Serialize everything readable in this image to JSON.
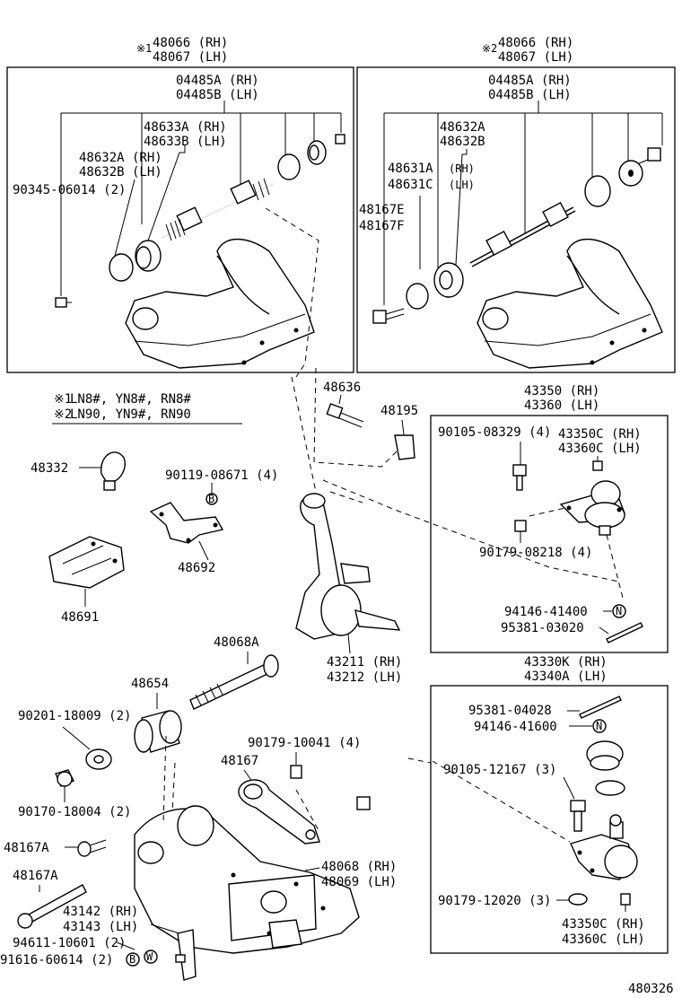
{
  "top_left": {
    "asm_mark": "※1",
    "asm_rh": "48066 (RH)",
    "asm_lh": "48067 (LH)",
    "kit_rh": "04485A (RH)",
    "kit_lh": "04485B (LH)",
    "b1_rh": "48633A (RH)",
    "b1_lh": "48633B (LH)",
    "b2_rh": "48632A (RH)",
    "b2_lh": "48632B (LH)",
    "bolt": "90345-06014 (2)"
  },
  "top_right": {
    "asm_mark": "※2",
    "asm_rh": "48066 (RH)",
    "asm_lh": "48067 (LH)",
    "kit_rh": "04485A (RH)",
    "kit_lh": "04485B (LH)",
    "b1": "48632A",
    "b2": "48632B",
    "c1": "48631A",
    "c1_sfx": "(RH)",
    "c2": "48631C",
    "c2_sfx": "(LH)",
    "d1": "48167E",
    "d2": "48167F"
  },
  "notes": {
    "n1_mark": "※1",
    "n1_text": "LN8#, YN8#, RN8#",
    "n2_mark": "※2",
    "n2_text": "LN90, YN9#, RN90"
  },
  "middle": {
    "p48636": "48636",
    "p48195": "48195",
    "p48332": "48332",
    "p90119": "90119-08671 (4)",
    "p48692": "48692",
    "p48691": "48691",
    "p48068A": "48068A",
    "p48654": "48654",
    "p90201": "90201-18009 (2)",
    "p90170": "90170-18004 (2)",
    "p90179_10041": "90179-10041 (4)",
    "p48167": "48167",
    "k_rh": "43211 (RH)",
    "k_lh": "43212 (LH)"
  },
  "upper_joint": {
    "rh": "43350 (RH)",
    "lh": "43360 (LH)",
    "bolt": "90105-08329 (4)",
    "cap_rh": "43350C (RH)",
    "cap_lh": "43360C (LH)",
    "nut": "90179-08218 (4)",
    "cnut": "94146-41400",
    "pin": "95381-03020"
  },
  "lower_joint": {
    "rh": "43330K (RH)",
    "lh": "43340A (LH)",
    "pin": "95381-04028",
    "cnut": "94146-41600",
    "bolt": "90105-12167 (3)",
    "nut": "90179-12020 (3)",
    "cap_rh": "43350C (RH)",
    "cap_lh": "43360C (LH)"
  },
  "lower_arm": {
    "p48167A_1": "48167A",
    "p48167A_2": "48167A",
    "arm_rh": "48068 (RH)",
    "arm_lh": "48069 (LH)",
    "stop_rh": "43142 (RH)",
    "stop_lh": "43143 (LH)",
    "p94611": "94611-10601 (2)",
    "p91616": "91616-60614 (2)"
  },
  "symbols": {
    "n": "N",
    "b": "B",
    "w": "W"
  },
  "diagram_id": "480326"
}
